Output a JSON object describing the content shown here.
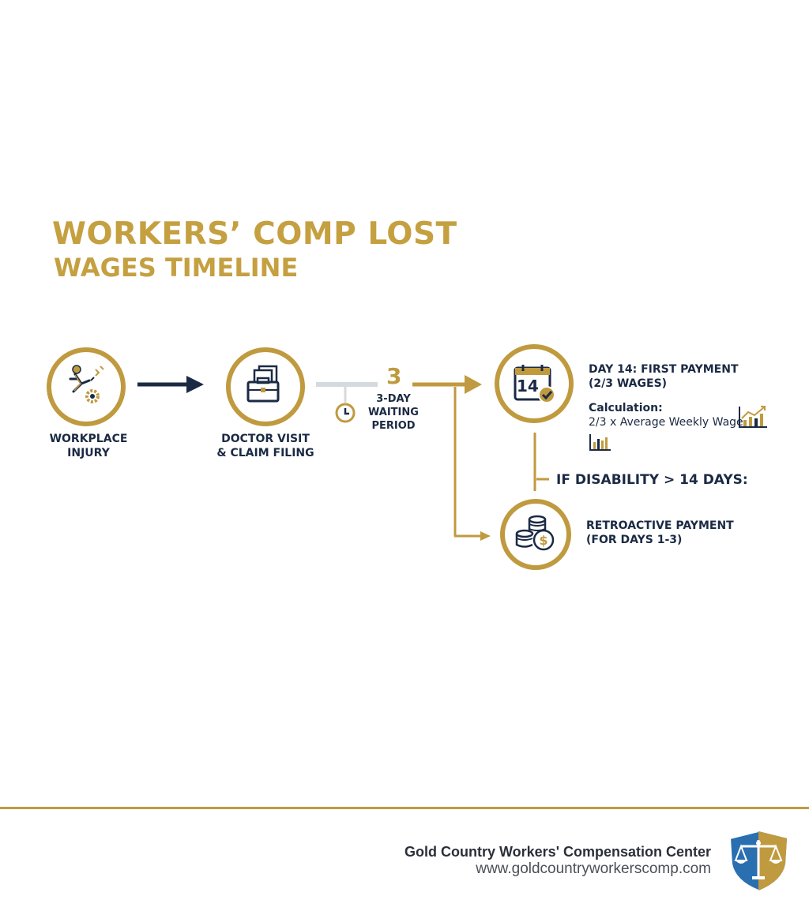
{
  "title": {
    "line1": "WORKERS’ COMP LOST",
    "line2": "WAGES TIMELINE"
  },
  "steps": {
    "injury": {
      "line1": "WORKPLACE",
      "line2": "INJURY",
      "icon": "falling-worker-icon"
    },
    "doctor": {
      "line1": "DOCTOR VISIT",
      "line2": "& CLAIM FILING",
      "icon": "briefcase-document-icon"
    },
    "waiting": {
      "number": "3",
      "line1": "3-DAY",
      "line2": "WAITING",
      "line3": "PERIOD",
      "icon": "clock-icon"
    },
    "payment": {
      "line1": "DAY 14: FIRST PAYMENT",
      "line2": "(2/3 WAGES)",
      "calc_label": "Calculation:",
      "calc_formula": "2/3 x Average Weekly Wage",
      "calendar_number": "14",
      "icon": "calendar-check-icon"
    },
    "condition": "IF DISABILITY > 14 DAYS:",
    "retro": {
      "line1": "RETROACTIVE PAYMENT",
      "line2": "(FOR DAYS 1-3)",
      "icon": "coin-stack-icon"
    }
  },
  "footer": {
    "org": "Gold Country Workers' Compensation Center",
    "url": "www.goldcountryworkerscomp.com",
    "logo_icon": "shield-scales-logo"
  },
  "colors": {
    "gold": "#c09a3f",
    "navy": "#1b2a44",
    "gray": "#d5dade",
    "blue": "#2a6fb0"
  }
}
